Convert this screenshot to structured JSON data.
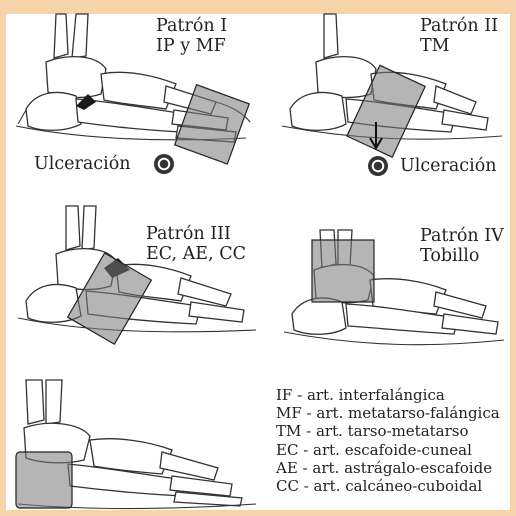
{
  "background_color": "#f6d3a8",
  "panels": [
    {
      "title": "Patrón I",
      "subtitle": "IP y MF",
      "ulceration": "Ulceración"
    },
    {
      "title": "Patrón II",
      "subtitle": "TM",
      "ulceration": "Ulceración"
    },
    {
      "title": "Patrón III",
      "subtitle": "EC, AE, CC"
    },
    {
      "title": "Patrón IV",
      "subtitle": "Tobillo"
    },
    {}
  ],
  "legend": [
    "IF - art. interfalángica",
    "MF - art. metatarso-falángica",
    "TM - art. tarso-metatarso",
    "EC - art. escafoide-cuneal",
    "AE - art. astrágalo-escafoide",
    "CC - art. calcáneo-cuboidal"
  ],
  "icons": [
    "ulceration-icon"
  ]
}
